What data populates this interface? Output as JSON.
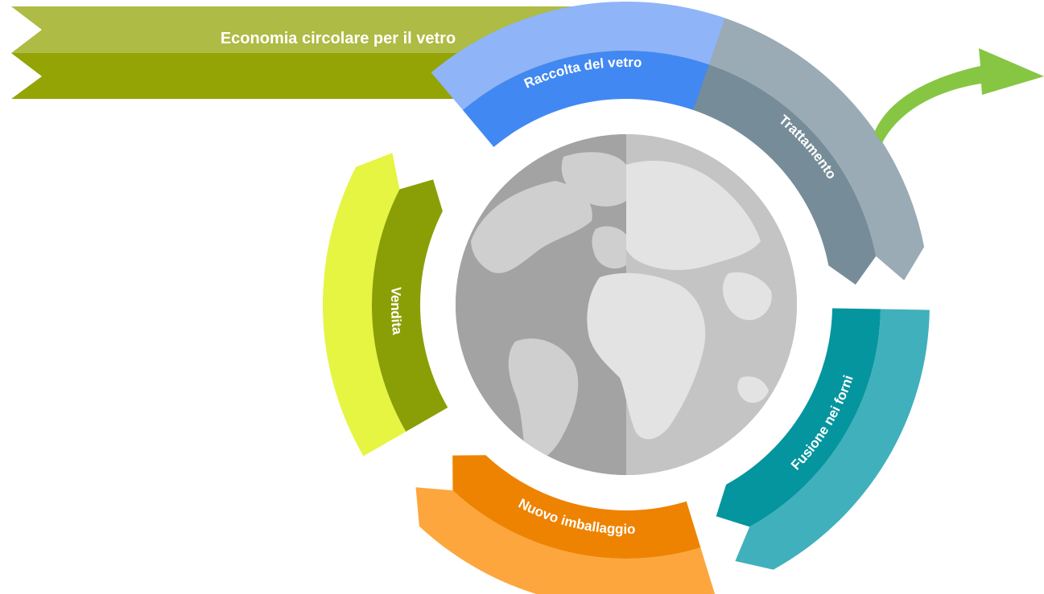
{
  "banner": {
    "title": "Economia circolare per il vetro",
    "color_top": "#aebb44",
    "color_bottom": "#93a404"
  },
  "cycle": {
    "steps": [
      {
        "label": "Raccolta del vetro",
        "outer_color": "#8fb4f8",
        "inner_color": "#4188f2"
      },
      {
        "label": "Trattamento",
        "outer_color": "#9aabb5",
        "inner_color": "#768d99"
      },
      {
        "label": "Fusione nei forni",
        "outer_color": "#40b0bc",
        "inner_color": "#05959f"
      },
      {
        "label": "Nuovo imballaggio",
        "outer_color": "#fda63e",
        "inner_color": "#ee8301"
      },
      {
        "label": "Vendita",
        "outer_color": "#e5f542",
        "inner_color": "#8a9f06"
      }
    ]
  },
  "globe": {
    "left_color": "#a3a3a3",
    "right_color": "#c4c4c4",
    "land_left": "#cfcfcf",
    "land_right": "#e3e3e3"
  },
  "exit_arrow": {
    "color": "#86c643"
  }
}
